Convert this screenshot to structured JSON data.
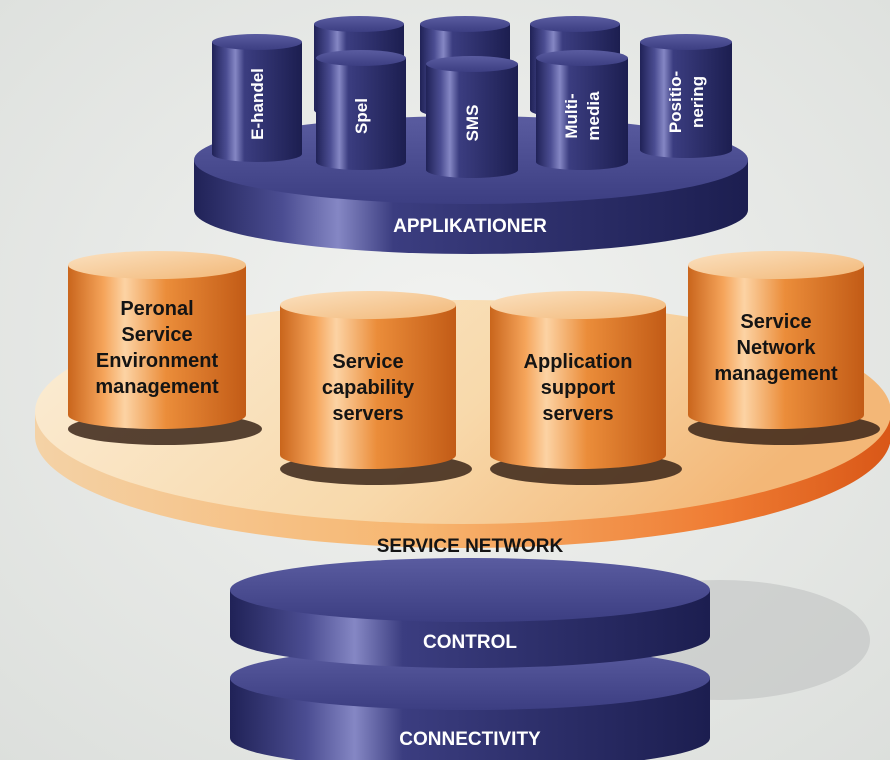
{
  "layers": {
    "applications": "APPLIKATIONER",
    "service_network": "SERVICE NETWORK",
    "control": "CONTROL",
    "connectivity": "CONNECTIVITY"
  },
  "applications": [
    {
      "lines": [
        "E-handel"
      ]
    },
    {
      "lines": [
        "Spel"
      ]
    },
    {
      "lines": [
        "SMS"
      ]
    },
    {
      "lines": [
        "Multi-",
        "media"
      ]
    },
    {
      "lines": [
        "Positio-",
        "nering"
      ]
    }
  ],
  "servers": [
    {
      "lines": [
        "Peronal",
        "Service",
        "Environment",
        "management"
      ]
    },
    {
      "lines": [
        "Service",
        "capability",
        "servers"
      ]
    },
    {
      "lines": [
        "Application",
        "support",
        "servers"
      ]
    },
    {
      "lines": [
        "Service",
        "Network",
        "management"
      ]
    }
  ],
  "colors": {
    "navy": "#2d2f6e",
    "navy_light": "#6163a8",
    "orange": "#e8872e",
    "orange_light": "#fbc890",
    "background": "#e9ecea"
  }
}
